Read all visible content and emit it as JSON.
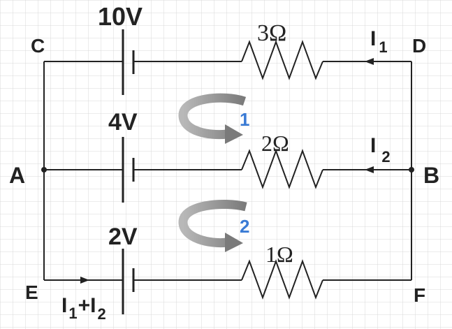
{
  "nodes": {
    "c": "C",
    "d": "D",
    "a": "A",
    "b": "B",
    "e": "E",
    "f": "F"
  },
  "sources": {
    "top": "10V",
    "middle": "4V",
    "bottom": "2V"
  },
  "resistors": {
    "top": "3Ω",
    "middle": "2Ω",
    "bottom": "1Ω"
  },
  "currents": {
    "i1": {
      "letter": "I",
      "sub": "1"
    },
    "i2": {
      "letter": "I",
      "sub": "2"
    },
    "total": {
      "letter1": "I",
      "sub1": "1",
      "plus": "+",
      "letter2": "I",
      "sub2": "2"
    }
  },
  "loops": {
    "loop1": "1",
    "loop2": "2"
  },
  "colors": {
    "wire": "#222222",
    "arrow": "#8f8f8f",
    "loop_label": "#3a7bd5",
    "grid": "#d8d8d8"
  }
}
